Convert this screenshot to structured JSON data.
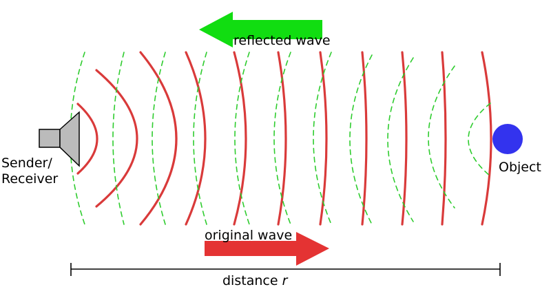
{
  "labels": {
    "sender_line1": "Sender/",
    "sender_line2": "Receiver",
    "object": "Object",
    "reflected": "reflected wave",
    "original": "original wave",
    "distance": "distance ",
    "distance_var": "r"
  },
  "colors": {
    "original_wave": "#d93a3a",
    "reflected_wave": "#2ecc2e",
    "reflected_arrow": "#11dd11",
    "original_arrow": "#e43333",
    "object": "#3333ee",
    "speaker_fill": "#bbbbbb",
    "speaker_stroke": "#000000"
  },
  "icons": [
    "speaker-icon",
    "object-circle",
    "reflected-arrow",
    "original-arrow"
  ]
}
